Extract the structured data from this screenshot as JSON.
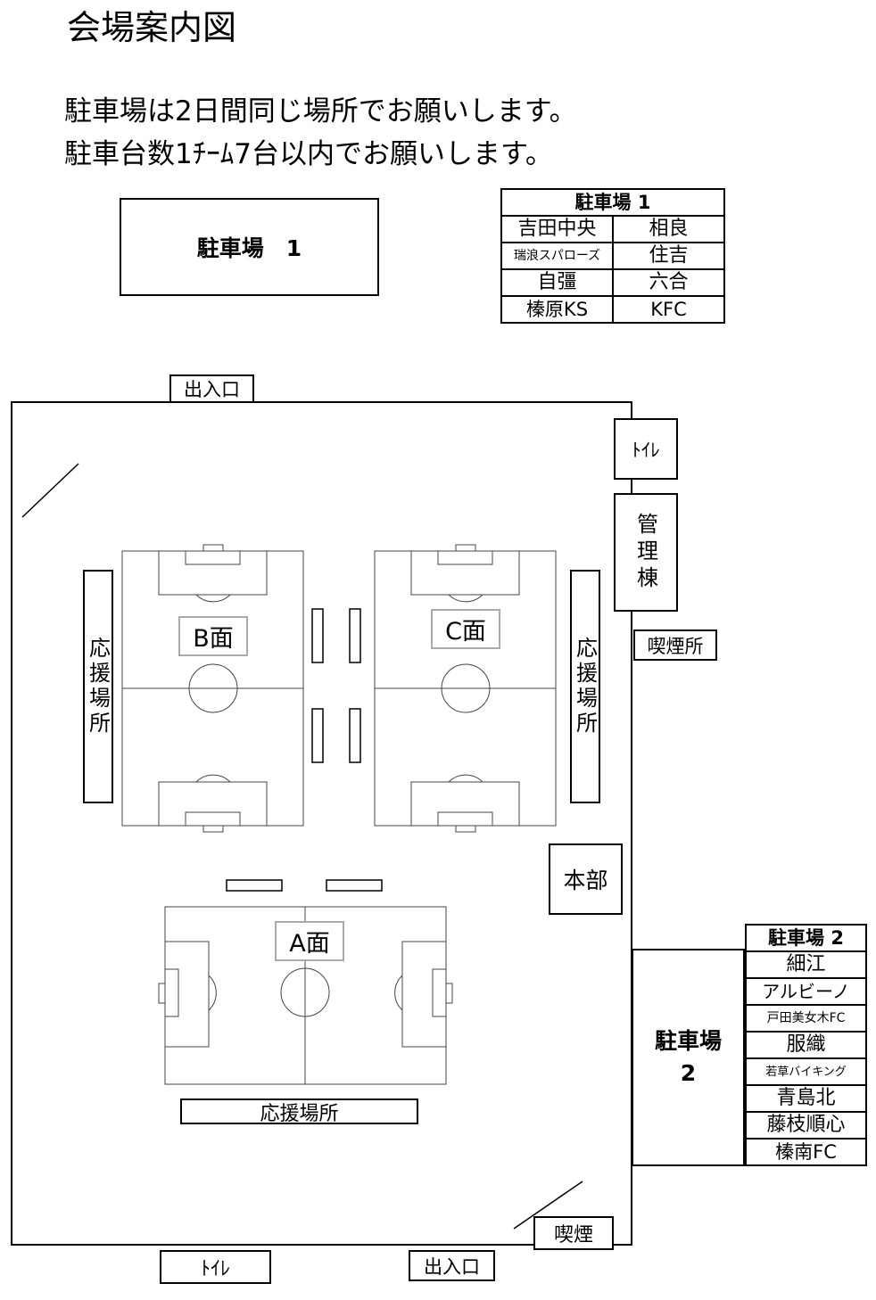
{
  "title": "会場案内図",
  "notes": [
    "駐車場は2日間同じ場所でお願いします。",
    "駐車台数1ﾁｰﾑ7台以内でお願いします。"
  ],
  "parking1": {
    "box_label": "駐車場　1",
    "table_title": "駐車場 1",
    "rows": [
      [
        "吉田中央",
        "相良"
      ],
      [
        "瑞浪スパローズ",
        "住吉"
      ],
      [
        "自彊",
        "六合"
      ],
      [
        "榛原KS",
        "KFC"
      ]
    ]
  },
  "parking2": {
    "box_label_line1": "駐車場",
    "box_label_line2": "2",
    "table_title": "駐車場 2",
    "rows": [
      "細江",
      "アルビーノ",
      "戸田美女木FC",
      "服織",
      "若草バイキング",
      "青島北",
      "藤枝順心",
      "榛南FC"
    ]
  },
  "facilities": {
    "entrance_top": "出入口",
    "entrance_bottom": "出入口",
    "toilet_top": "ﾄｲﾚ",
    "toilet_bottom": "ﾄｲﾚ",
    "admin_building": "管理棟",
    "smoking_area": "喫煙所",
    "smoking_bottom": "喫煙",
    "headquarters": "本部",
    "cheer_left": "応援場所",
    "cheer_right": "応援場所",
    "cheer_bottom": "応援場所"
  },
  "fields": {
    "a": "A面",
    "b": "B面",
    "c": "C面"
  }
}
